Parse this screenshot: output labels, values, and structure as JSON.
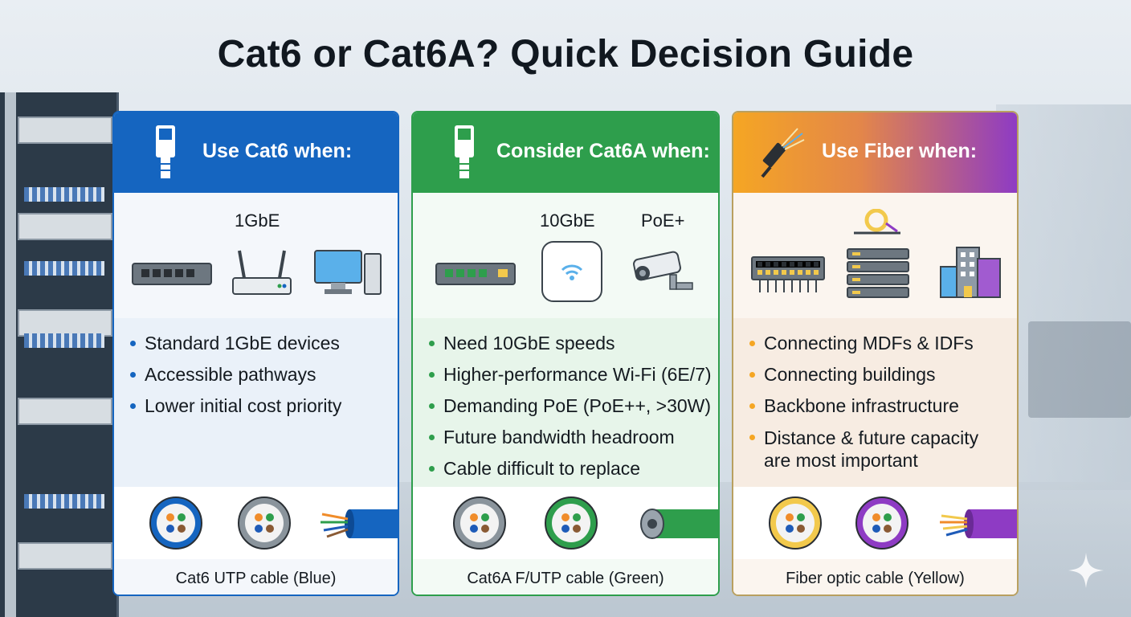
{
  "title": "Cat6 or Cat6A? Quick Decision Guide",
  "colors": {
    "cat6": "#1565c0",
    "cat6a": "#2e9e4c",
    "fiber_start": "#f5a623",
    "fiber_end": "#8e3bc4"
  },
  "cards": [
    {
      "heading": "Use Cat6 when:",
      "icon": "rj45-connector-icon",
      "device_labels": [
        "1GbE"
      ],
      "devices": [
        "network-switch-icon",
        "wifi-router-icon",
        "desktop-computer-icon"
      ],
      "bullets": [
        "Standard 1GbE devices",
        "Accessible pathways",
        "Lower initial cost priority"
      ],
      "cables": [
        "blue-cable-cross-section-icon",
        "gray-cable-cross-section-icon",
        "blue-cable-end-icon"
      ],
      "caption": "Cat6 UTP cable (Blue)"
    },
    {
      "heading": "Consider Cat6A when:",
      "icon": "rj45-connector-icon",
      "device_labels": [
        "10GbE",
        "PoE+"
      ],
      "devices": [
        "network-switch-icon",
        "wifi-access-point-icon",
        "security-camera-icon"
      ],
      "bullets": [
        "Need 10GbE speeds",
        "Higher-performance Wi-Fi (6E/7)",
        "Demanding PoE (PoE++, >30W)",
        "Future bandwidth headroom",
        "Cable difficult to replace"
      ],
      "cables": [
        "gray-cable-cross-section-icon",
        "green-cable-cross-section-icon",
        "green-cable-end-icon"
      ],
      "caption": "Cat6A F/UTP cable (Green)"
    },
    {
      "heading": "Use Fiber when:",
      "icon": "fiber-connector-icon",
      "device_labels": [],
      "devices": [
        "patch-panel-icon",
        "fiber-spool-icon",
        "server-rack-icon",
        "buildings-icon"
      ],
      "bullets": [
        "Connecting MDFs & IDFs",
        "Connecting buildings",
        "Backbone infrastructure",
        "Distance & future capacity",
        "are most important"
      ],
      "cables": [
        "yellow-cable-cross-section-icon",
        "purple-cable-cross-section-icon",
        "purple-fiber-cable-end-icon"
      ],
      "caption": "Fiber optic cable (Yellow)"
    }
  ]
}
